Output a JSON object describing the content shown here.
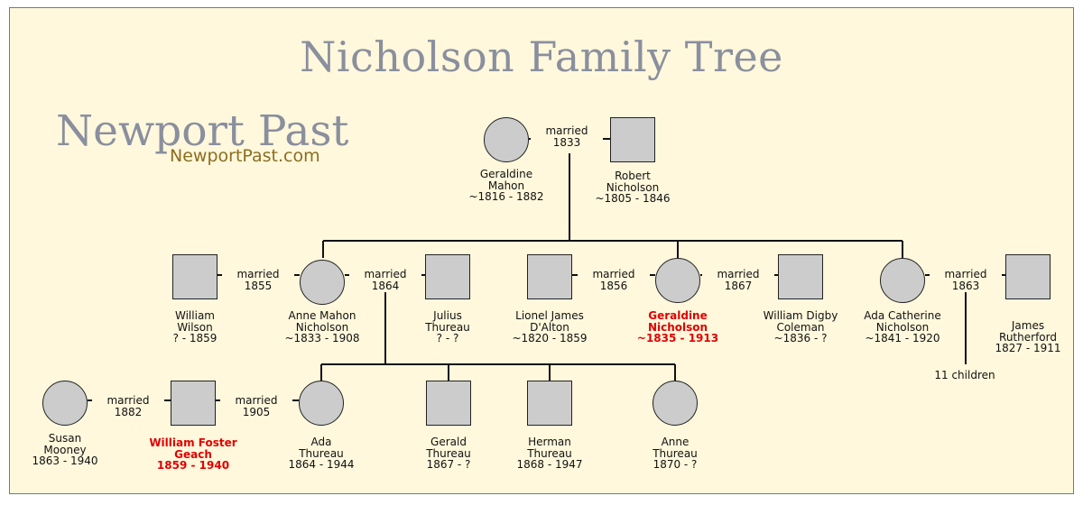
{
  "title": "Nicholson Family Tree",
  "brand": {
    "name": "Newport Past",
    "url": "NewportPast.com"
  },
  "marriages": {
    "m1833": {
      "word": "married",
      "year": "1833"
    },
    "m1855": {
      "word": "married",
      "year": "1855"
    },
    "m1864": {
      "word": "married",
      "year": "1864"
    },
    "m1856": {
      "word": "married",
      "year": "1856"
    },
    "m1867": {
      "word": "married",
      "year": "1867"
    },
    "m1863": {
      "word": "married",
      "year": "1863"
    },
    "m1882": {
      "word": "married",
      "year": "1882"
    },
    "m1905": {
      "word": "married",
      "year": "1905"
    }
  },
  "people": {
    "geraldine_mahon": "Geraldine\nMahon\n~1816 - 1882",
    "robert_nicholson": "Robert\nNicholson\n~1805 - 1846",
    "william_wilson": "William\nWilson\n? - 1859",
    "anne_mahon_nicholson": "Anne Mahon\nNicholson\n~1833 - 1908",
    "julius_thureau": "Julius\nThureau\n? - ?",
    "lionel_dalton": "Lionel James\nD'Alton\n~1820 - 1859",
    "geraldine_nicholson": "Geraldine\nNicholson\n~1835 - 1913",
    "william_coleman": "William Digby\nColeman\n~1836 - ?",
    "ada_catherine_nicholson": "Ada Catherine\nNicholson\n~1841 - 1920",
    "james_rutherford": "James\nRutherford\n1827 - 1911",
    "susan_mooney": "Susan\nMooney\n1863 - 1940",
    "william_geach": "William Foster\nGeach\n1859 - 1940",
    "ada_thureau": "Ada\nThureau\n1864 - 1944",
    "gerald_thureau": "Gerald\nThureau\n1867 - ?",
    "herman_thureau": "Herman\nThureau\n1868 - 1947",
    "anne_thureau": "Anne\nThureau\n1870 - ?"
  },
  "notes": {
    "eleven_children": "11 children"
  },
  "colors": {
    "background": "#fff8dc",
    "node_fill": "#cccccc",
    "highlight": "#e00000",
    "title": "#8a8f9e",
    "url": "#8c6d1f"
  }
}
